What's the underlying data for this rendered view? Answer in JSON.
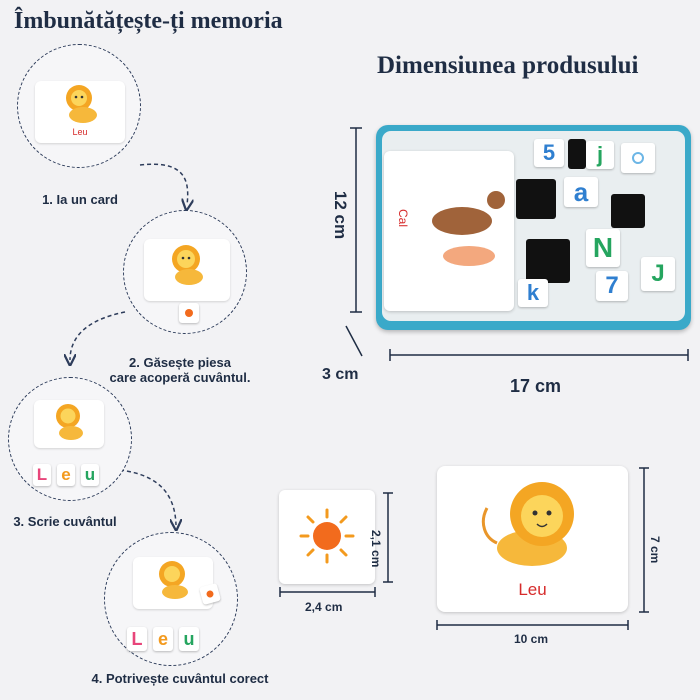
{
  "titles": {
    "left": "Îmbunătățește-ți memoria",
    "right": "Dimensiunea produsului"
  },
  "steps": {
    "step1": "1. Ia un card",
    "step2_line1": "2. Găsește piesa",
    "step2_line2": "care acoperă cuvântul.",
    "step3": "3. Scrie cuvântul",
    "step4": "4. Potrivește cuvântul corect"
  },
  "card_words": {
    "leu": "Leu",
    "cal": "Cal"
  },
  "letters": [
    "L",
    "e",
    "u"
  ],
  "letter_colors": [
    "#e8457a",
    "#f39a1e",
    "#25a55f"
  ],
  "box_tiles": [
    "5",
    "j",
    "a",
    "N",
    "k",
    "7",
    "J"
  ],
  "dimensions": {
    "height": "12 cm",
    "depth": "3 cm",
    "width": "17 cm",
    "tile_height": "2,1 cm",
    "tile_width": "2,4 cm",
    "card_height": "7 cm",
    "card_width": "10 cm"
  },
  "colors": {
    "tin": "#3aa9c9",
    "text": "#1f2d44",
    "word": "#d62b2b"
  }
}
